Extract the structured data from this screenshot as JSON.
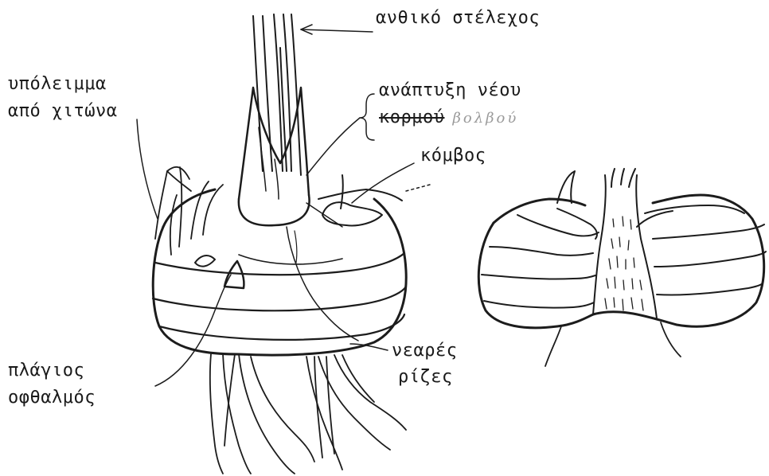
{
  "labels": {
    "stem": "ανθικό στέλεχος",
    "tunic_remnant_line1": "υπόλειμμα",
    "tunic_remnant_line2": "από χιτώνα",
    "new_corm_line1": "ανάπτυξη νέου",
    "new_corm_line2": "κορμού",
    "new_corm_handwritten": "βολβού",
    "node": "κόμβος",
    "young_roots_line1": "νεαρές",
    "young_roots_line2": "ρίζες",
    "lateral_bud_line1": "πλάγιος",
    "lateral_bud_line2": "οφθαλμός"
  },
  "colors": {
    "ink": "#1c1c1c",
    "paper": "#ffffff",
    "pencil": "#9a9a9a"
  }
}
